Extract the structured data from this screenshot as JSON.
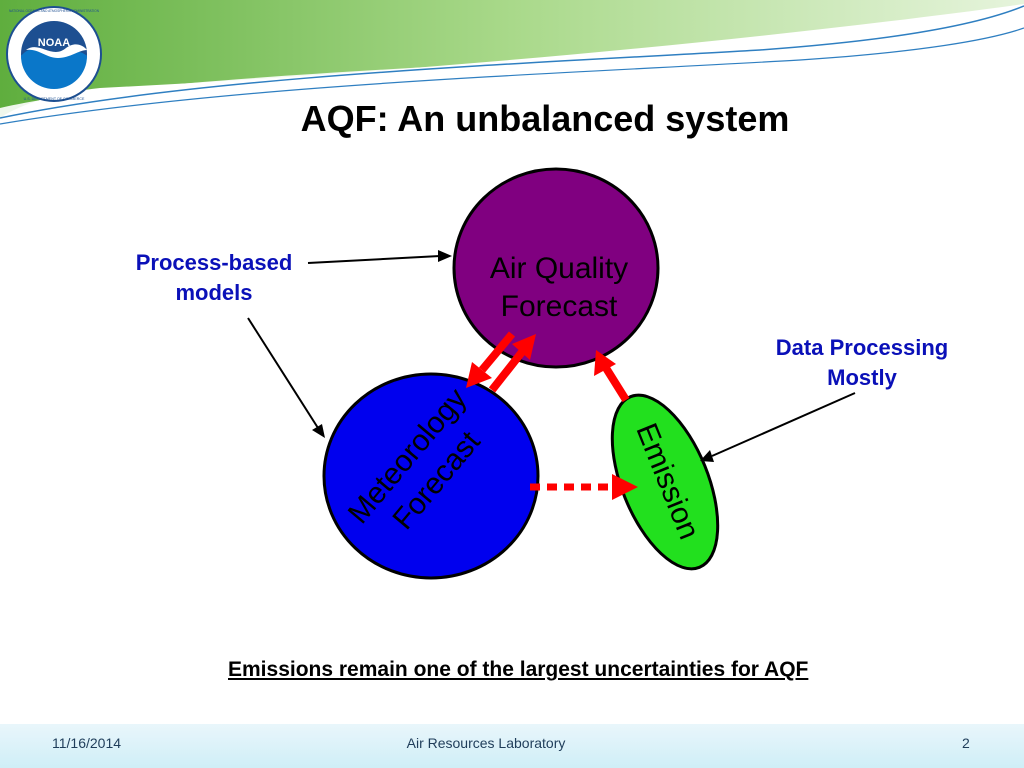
{
  "slide": {
    "title": "AQF: An unbalanced system",
    "logo": {
      "text": "NOAA",
      "ring_top": "NATIONAL OCEANIC AND ATMOSPHERIC ADMINISTRATION",
      "ring_bottom": "U.S. DEPARTMENT OF COMMERCE"
    },
    "nodes": {
      "air_quality": {
        "line1": "Air Quality",
        "line2": "Forecast",
        "color": "#800080"
      },
      "meteorology": {
        "line1": "Meteorology",
        "line2": "Forecast",
        "color": "#0000ee"
      },
      "emission": {
        "text": "Emission",
        "color": "#22e01e"
      }
    },
    "annotations": {
      "process_based": {
        "line1": "Process-based",
        "line2": "models"
      },
      "data_processing": {
        "line1": "Data Processing",
        "line2": "Mostly"
      }
    },
    "caption": "Emissions remain one of the largest uncertainties for AQF",
    "footer": {
      "date": "11/16/2014",
      "center": "Air Resources Laboratory",
      "page": "2"
    },
    "colors": {
      "arrow_red": "#ff0000",
      "label_blue": "#0a10b8",
      "header_green": "#7cc45a",
      "header_blue": "#2f7fc1"
    }
  }
}
